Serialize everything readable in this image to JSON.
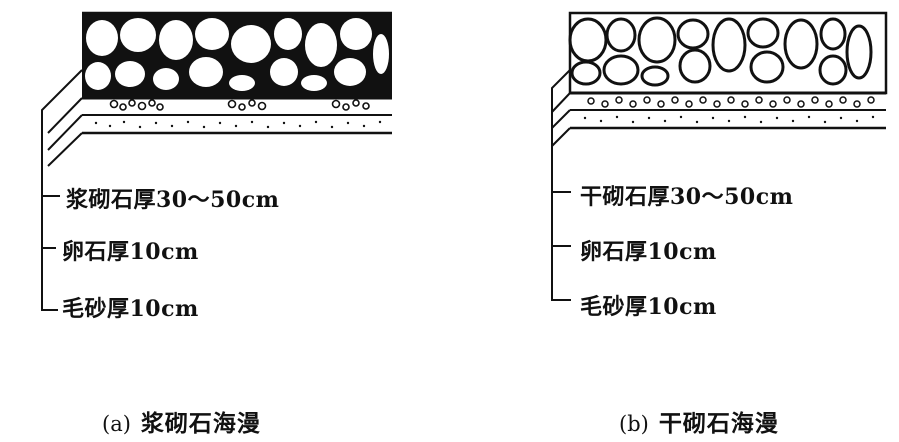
{
  "figures": [
    {
      "id": "a",
      "labels": {
        "top": "浆砌石厚30～50cm",
        "middle": "卵石厚10cm",
        "bottom": "毛砂厚10cm"
      },
      "caption": {
        "tag": "(a)",
        "name": "浆砌石海漫"
      }
    },
    {
      "id": "b",
      "labels": {
        "top": "干砌石厚30～50cm",
        "middle": "卵石厚10cm",
        "bottom": "毛砂厚10cm"
      },
      "caption": {
        "tag": "(b)",
        "name": "干砌石海漫"
      }
    }
  ],
  "colors": {
    "ink": "#111111",
    "paper": "#ffffff"
  }
}
